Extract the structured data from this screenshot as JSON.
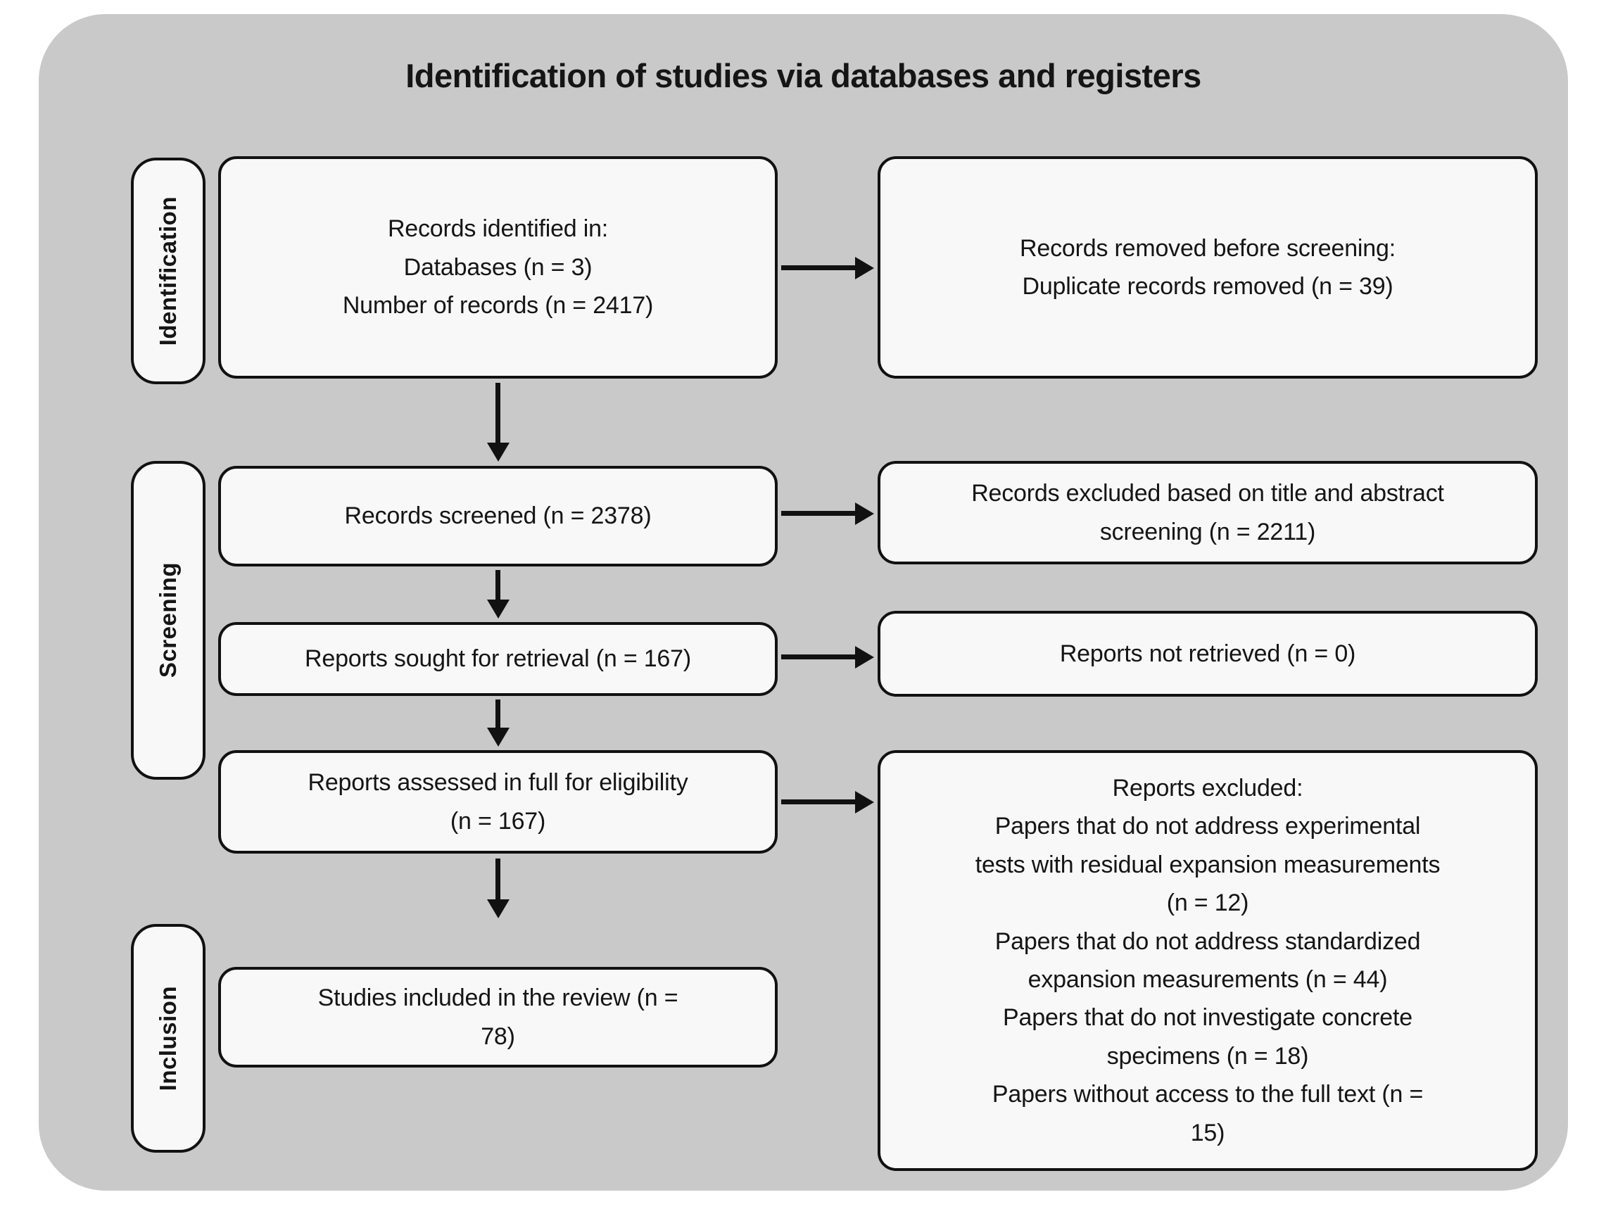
{
  "title": "Identification of studies via databases and registers",
  "colors": {
    "page-bg": "#ffffff",
    "panel-bg": "#c9c9c9",
    "box-bg": "#f8f8f8",
    "line": "#111111",
    "text": "#151515"
  },
  "stages": {
    "identification": "Identification",
    "screening": "Screening",
    "inclusion": "Inclusion"
  },
  "boxes": {
    "records_identified": "Records identified in:\nDatabases (n = 3)\nNumber of records (n = 2417)",
    "records_removed": "Records removed before screening:\nDuplicate records removed (n = 39)",
    "records_screened": "Records screened (n = 2378)",
    "records_excluded": "Records excluded based on title and abstract\nscreening (n = 2211)",
    "reports_sought": "Reports sought for retrieval (n = 167)",
    "reports_not_retrieved": "Reports not retrieved (n = 0)",
    "reports_assessed": "Reports assessed in full for eligibility\n(n = 167)",
    "reports_excluded": "Reports excluded:\nPapers that do not address experimental\ntests with residual expansion measurements\n(n = 12)\nPapers that do not address standardized\nexpansion measurements (n = 44)\nPapers that do not investigate concrete\nspecimens (n = 18)\nPapers  without access to the full text (n =\n15)",
    "studies_included": "Studies included in the review (n =\n78)"
  }
}
